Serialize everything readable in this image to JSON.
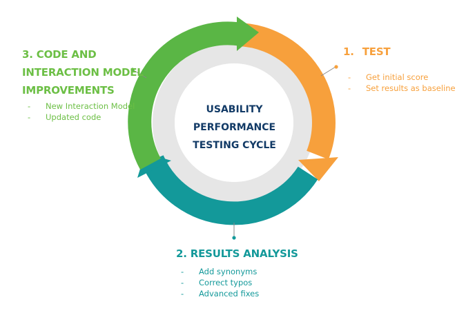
{
  "center": {
    "lines": [
      "USABILITY",
      "PERFORMANCE",
      "TESTING CYCLE"
    ]
  },
  "steps": [
    {
      "number": "1.",
      "title": "TEST",
      "color": "#f7a03c",
      "items": [
        "Get initial score",
        "Set results as baseline"
      ]
    },
    {
      "title": "2. RESULTS ANALYSIS",
      "color": "#13999a",
      "items": [
        "Add synonyms",
        "Correct typos",
        "Advanced fixes"
      ]
    },
    {
      "title_lines": [
        "3. CODE AND",
        "INTERACTION MODEL",
        "IMPROVEMENTS"
      ],
      "color": "#6cbf45",
      "items": [
        "New Interaction Model",
        "Updated code"
      ]
    }
  ],
  "colors": {
    "ring_background": "#e6e6e6",
    "orange": "#f7a03c",
    "teal": "#13999a",
    "green": "#5ab645",
    "center_text": "#123a66"
  }
}
